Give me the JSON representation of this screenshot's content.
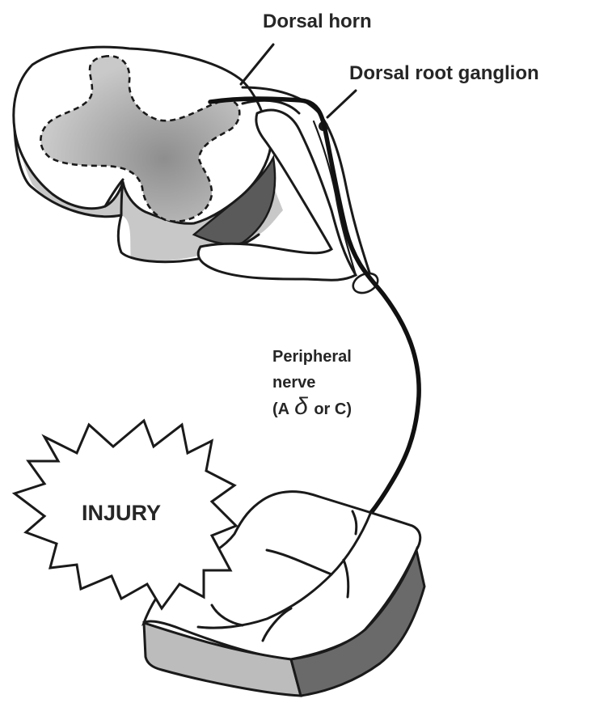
{
  "labels": {
    "dorsal_horn": "Dorsal horn",
    "dorsal_root_ganglion": "Dorsal root ganglion",
    "peripheral_nerve_line1": "Peripheral",
    "peripheral_nerve_line2": "nerve",
    "peripheral_nerve_line3_prefix": "(A",
    "peripheral_nerve_line3_delta": "δ",
    "peripheral_nerve_line3_suffix": " or C)",
    "injury": "INJURY"
  },
  "colors": {
    "ink": "#1a1a1a",
    "text": "#262626",
    "cord_white": "#ffffff",
    "cord_side": "#c8c8c8",
    "cord_shadow": "#5a5a5a",
    "gray_matter_light": "#c9c9c9",
    "gray_matter_dark": "#8e8e8e",
    "tissue_top": "#ffffff",
    "tissue_side": "#bcbcbc",
    "tissue_shadow": "#6a6a6a"
  }
}
